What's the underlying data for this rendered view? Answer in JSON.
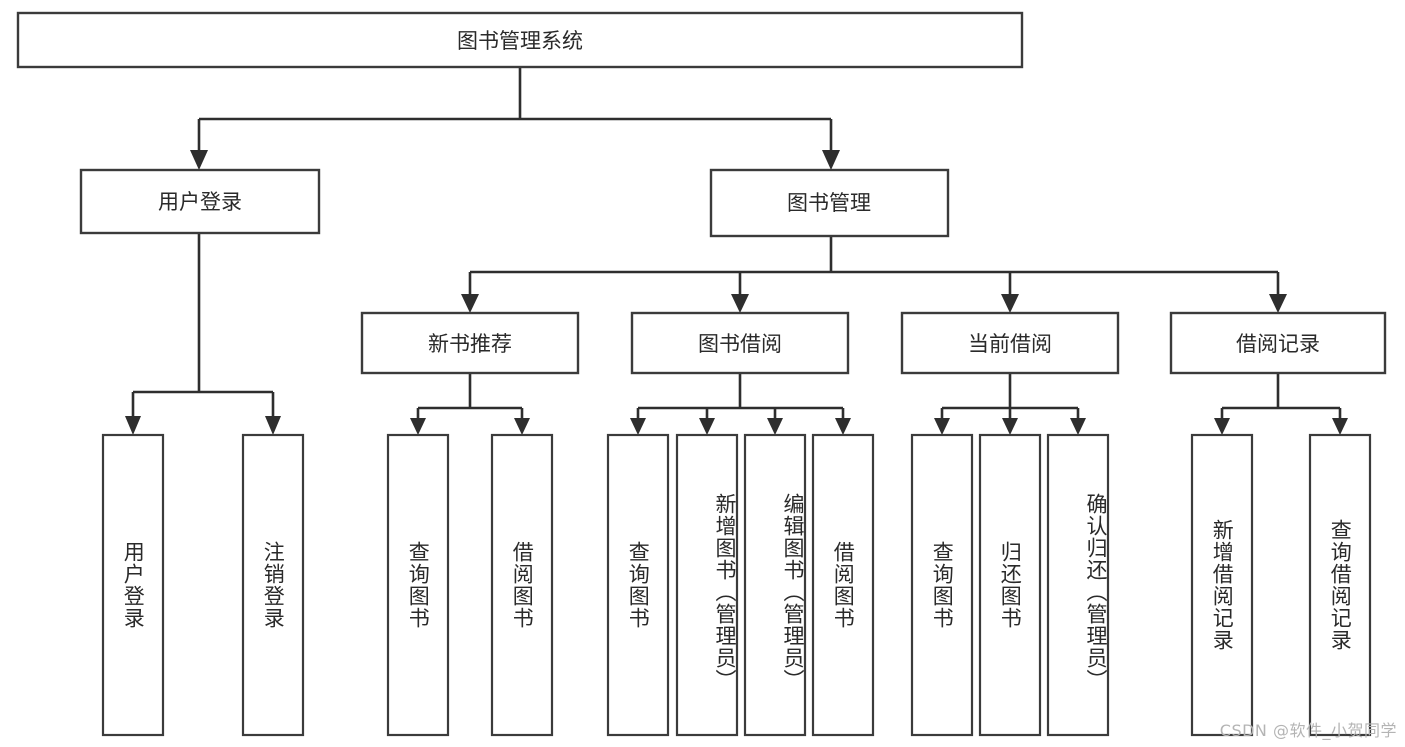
{
  "diagram": {
    "title": "图书管理系统",
    "type": "tree",
    "orientation": "top-down",
    "colors": {
      "box_stroke": "#3b3b3b",
      "box_fill": "#ffffff",
      "connector": "#2e2e2e",
      "text": "#2a2a2a",
      "watermark": "#b4b4b4",
      "background": "#ffffff"
    },
    "root": {
      "label": "图书管理系统"
    },
    "level2": [
      {
        "label": "用户登录"
      },
      {
        "label": "图书管理"
      }
    ],
    "level3": [
      {
        "label": "新书推荐"
      },
      {
        "label": "图书借阅"
      },
      {
        "label": "当前借阅"
      },
      {
        "label": "借阅记录"
      }
    ],
    "leaves": {
      "user_login": [
        {
          "label": "用户登录"
        },
        {
          "label": "注销登录"
        }
      ],
      "new_book_recommend": [
        {
          "label": "查询图书"
        },
        {
          "label": "借阅图书"
        }
      ],
      "book_borrow": [
        {
          "label": "查询图书"
        },
        {
          "label": "新增图书（管理员）"
        },
        {
          "label": "编辑图书（管理员）"
        },
        {
          "label": "借阅图书"
        }
      ],
      "current_borrow": [
        {
          "label": "查询图书"
        },
        {
          "label": "归还图书"
        },
        {
          "label": "确认归还（管理员）"
        }
      ],
      "borrow_record": [
        {
          "label": "新增借阅记录"
        },
        {
          "label": "查询借阅记录"
        }
      ]
    }
  },
  "watermark": {
    "text": "CSDN @软件_小贺同学"
  }
}
